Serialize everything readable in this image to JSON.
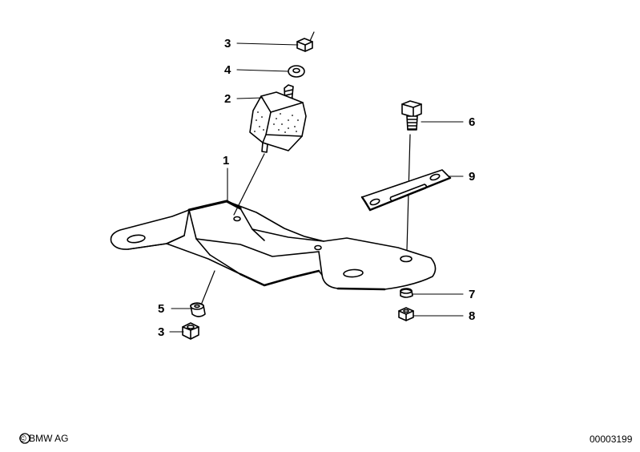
{
  "callouts": {
    "c1": "1",
    "c2": "2",
    "c3_top": "3",
    "c3_bottom": "3",
    "c4": "4",
    "c5": "5",
    "c6": "6",
    "c7": "7",
    "c8": "8",
    "c9": "9"
  },
  "footer": {
    "copyright": "© BMW AG",
    "diagram_number": "00003199"
  }
}
